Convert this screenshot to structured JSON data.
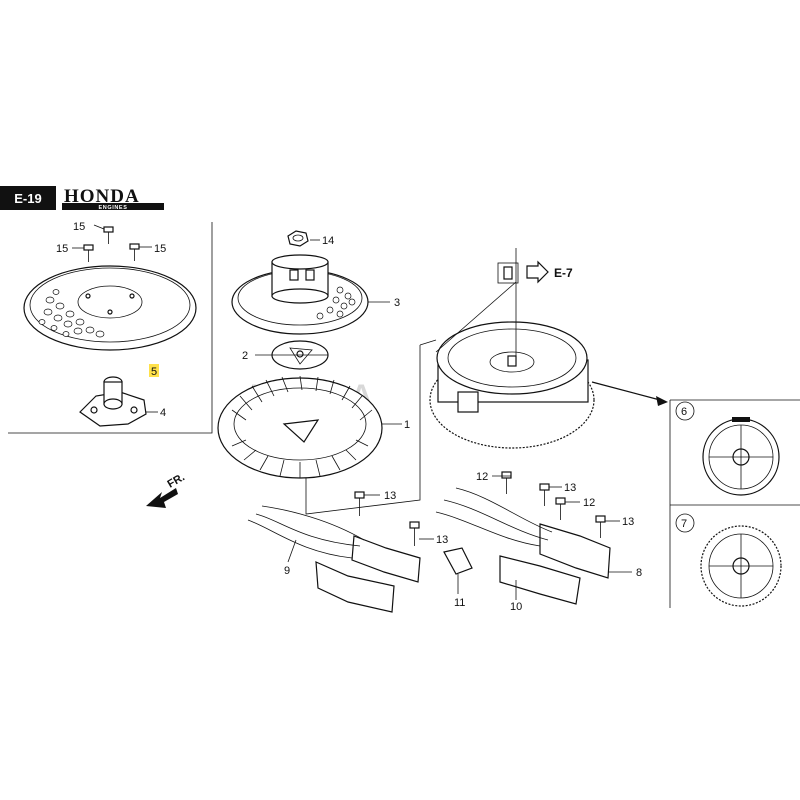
{
  "header": {
    "section_code": "E-19",
    "brand": "HONDA",
    "brand_subtitle": "ENGINES"
  },
  "watermark": "HONDA",
  "reference": {
    "label": "E-7"
  },
  "fr_label": "FR.",
  "callouts": [
    {
      "id": "c1",
      "text": "1"
    },
    {
      "id": "c2",
      "text": "2"
    },
    {
      "id": "c3",
      "text": "3"
    },
    {
      "id": "c4",
      "text": "4"
    },
    {
      "id": "c5",
      "text": "5",
      "highlighted": true
    },
    {
      "id": "c6",
      "text": "6"
    },
    {
      "id": "c7",
      "text": "7"
    },
    {
      "id": "c8",
      "text": "8"
    },
    {
      "id": "c9",
      "text": "9"
    },
    {
      "id": "c10",
      "text": "10"
    },
    {
      "id": "c11",
      "text": "11"
    },
    {
      "id": "c12a",
      "text": "12"
    },
    {
      "id": "c12b",
      "text": "12"
    },
    {
      "id": "c13a",
      "text": "13"
    },
    {
      "id": "c13b",
      "text": "13"
    },
    {
      "id": "c13c",
      "text": "13"
    },
    {
      "id": "c13d",
      "text": "13"
    },
    {
      "id": "c14",
      "text": "14"
    },
    {
      "id": "c15a",
      "text": "15"
    },
    {
      "id": "c15b",
      "text": "15"
    },
    {
      "id": "c15c",
      "text": "15"
    }
  ],
  "colors": {
    "badge": "#111111",
    "highlight": "#ffe14a",
    "line": "#111111"
  }
}
